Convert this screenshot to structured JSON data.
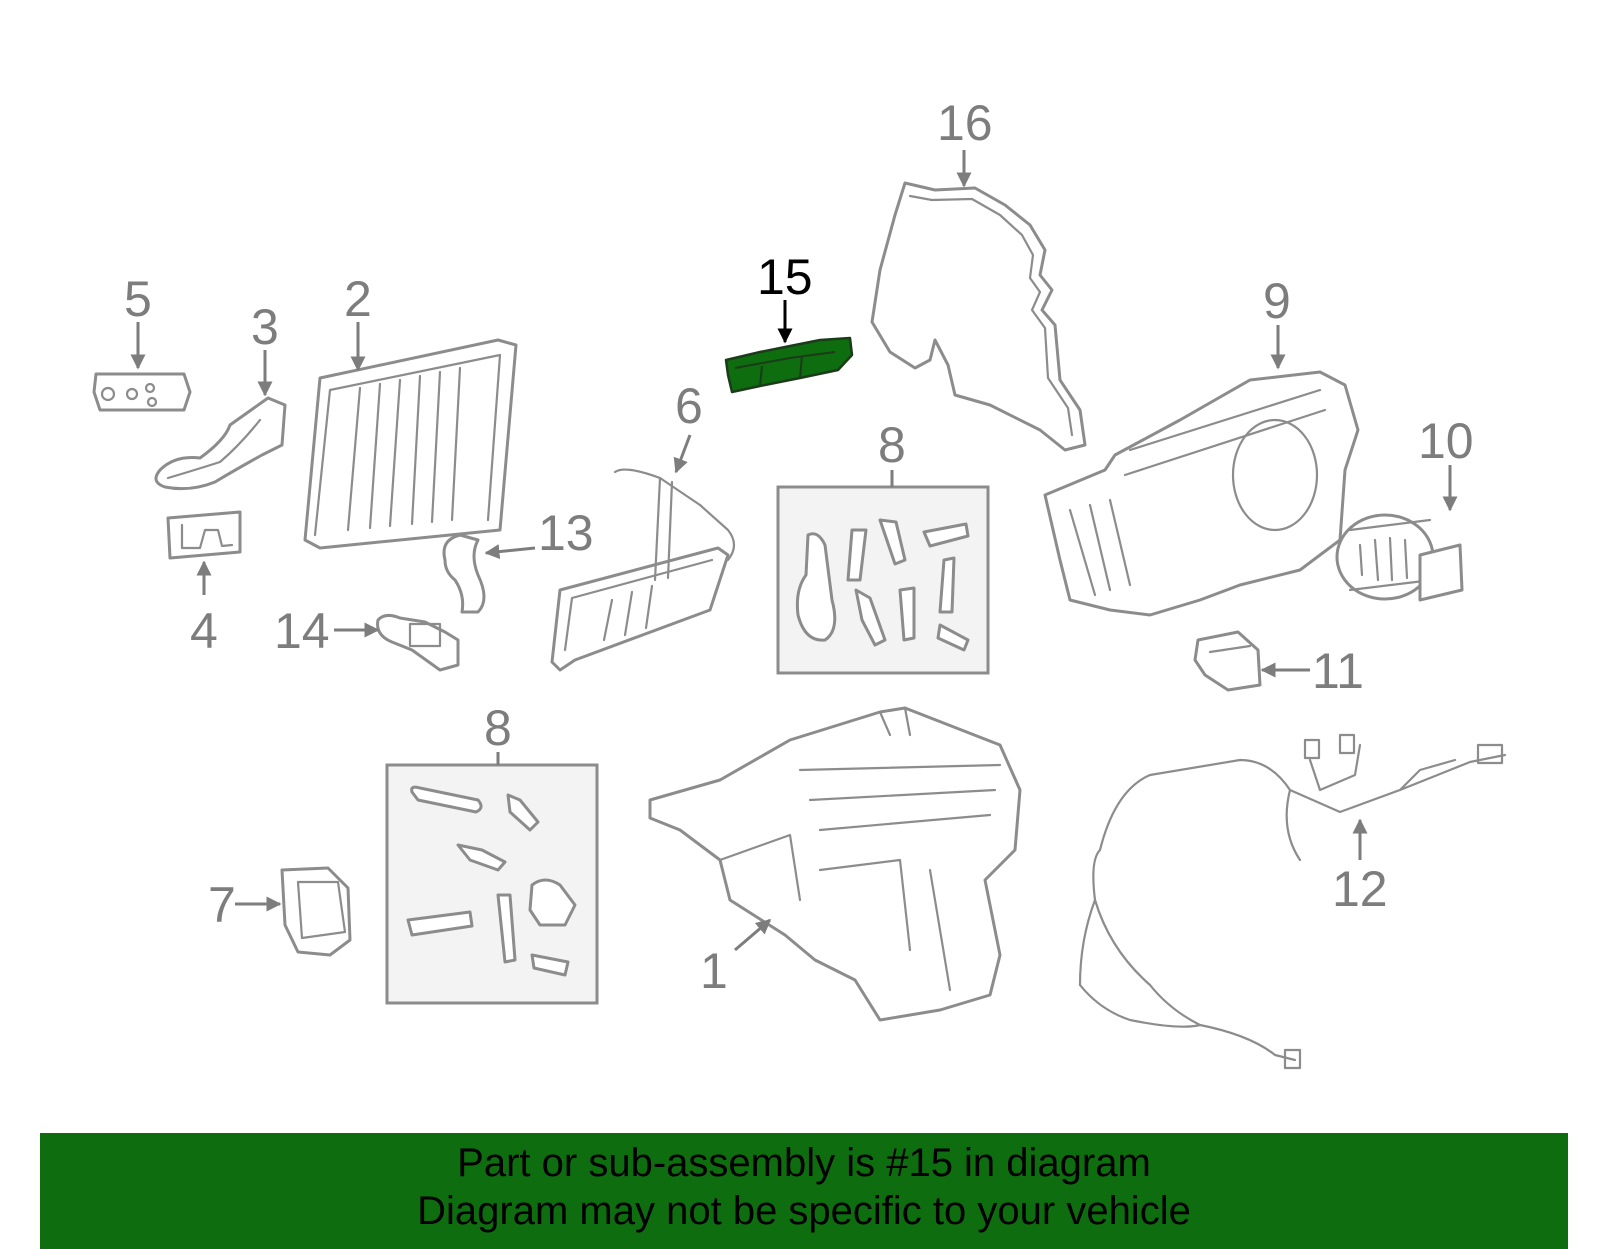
{
  "highlight_color": "#0e6d0e",
  "callouts": {
    "c1": "1",
    "c2": "2",
    "c3": "3",
    "c4": "4",
    "c5": "5",
    "c6": "6",
    "c7": "7",
    "c8a": "8",
    "c8b": "8",
    "c9": "9",
    "c10": "10",
    "c11": "11",
    "c12": "12",
    "c13": "13",
    "c14": "14",
    "c15": "15",
    "c16": "16"
  },
  "banner": {
    "line1": "Part or sub-assembly is #15 in diagram",
    "line2": "Diagram may not be specific to your vehicle"
  }
}
